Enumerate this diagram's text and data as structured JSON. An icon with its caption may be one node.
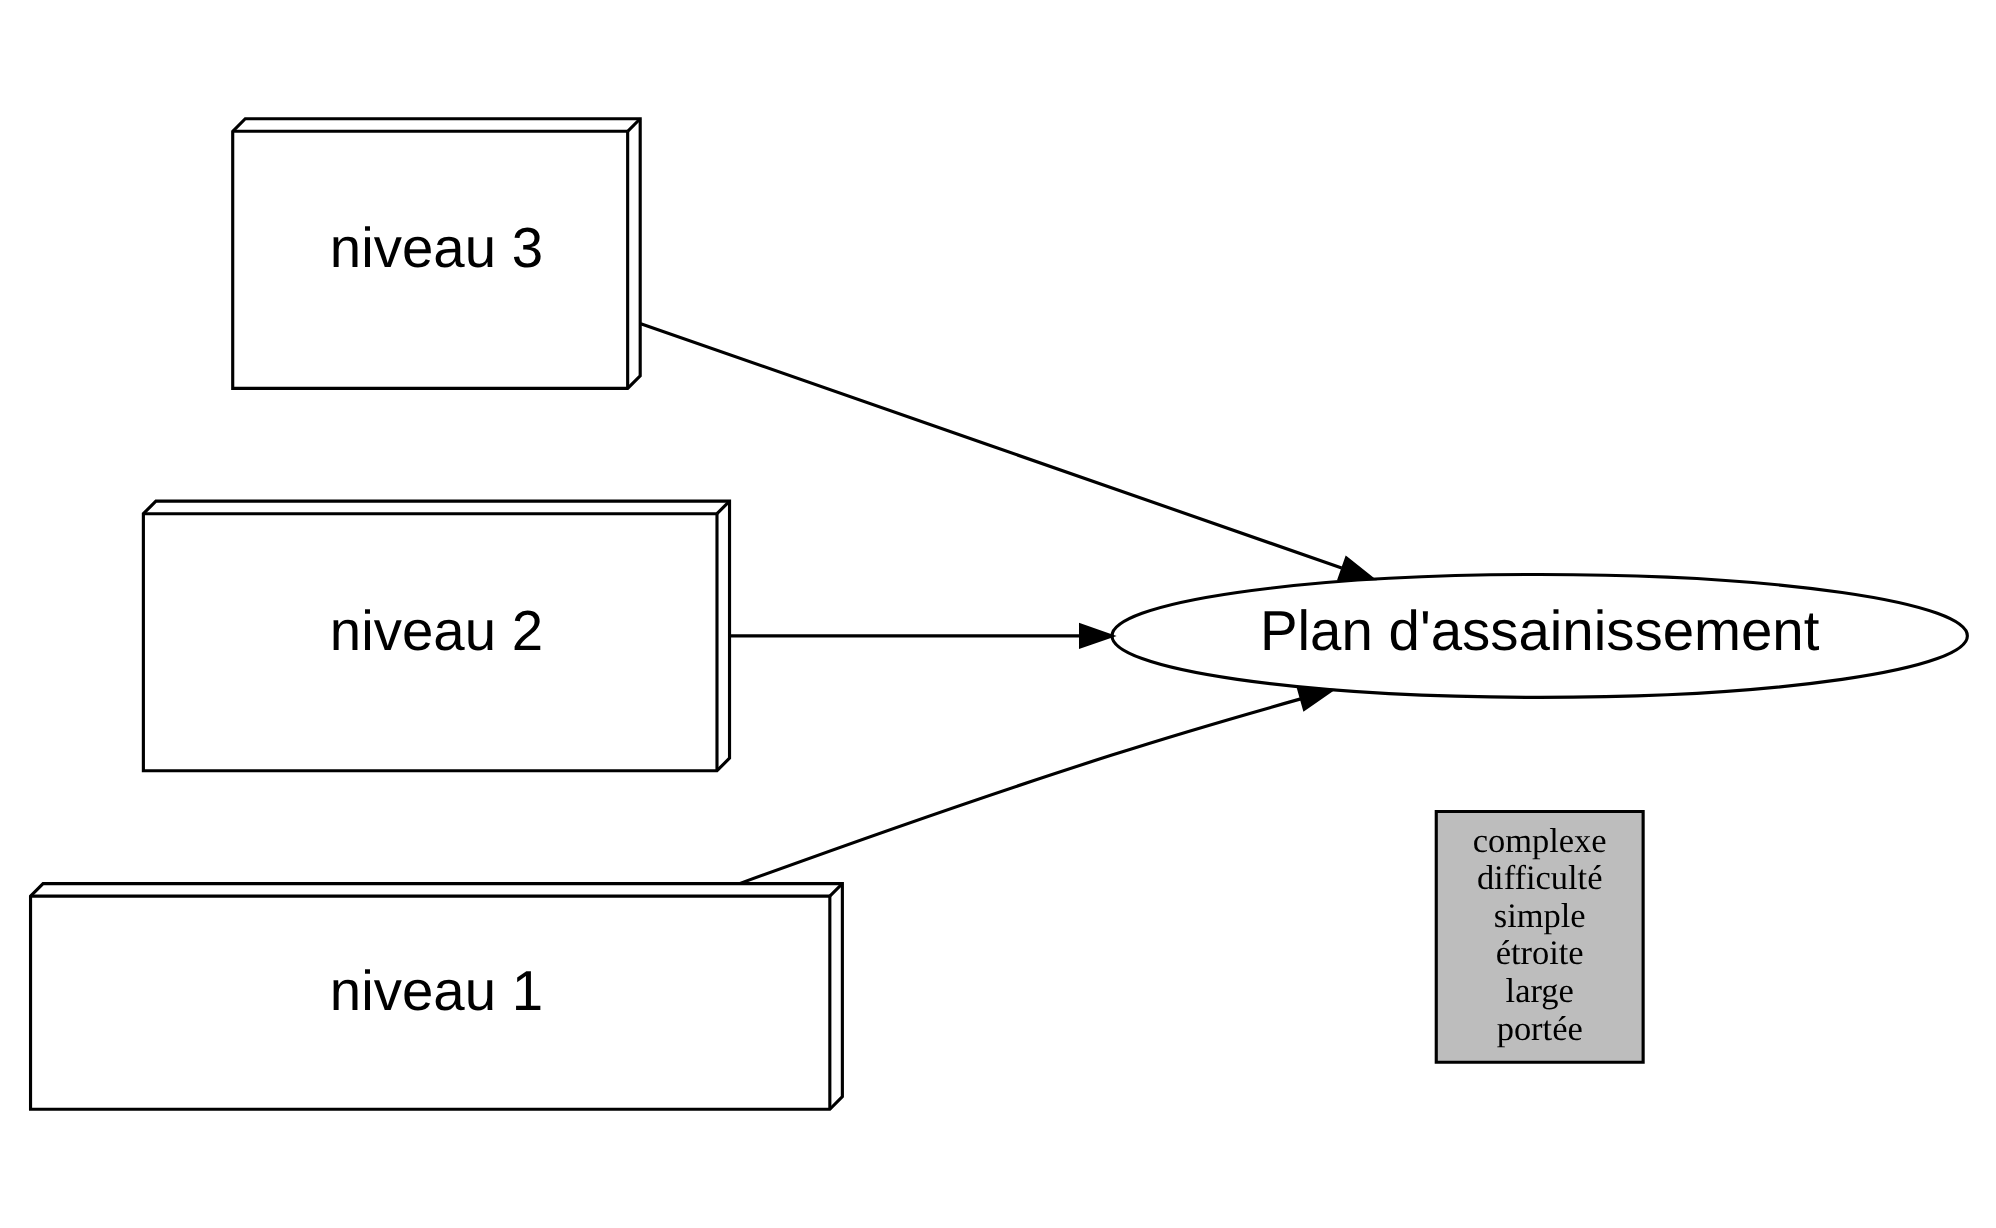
{
  "diagram": {
    "nodes": [
      {
        "text": [
          "complexe",
          "difficulté",
          "simple",
          "étroite",
          "large",
          "portée"
        ]
      },
      {
        "text": [
          "niveau 3"
        ]
      },
      {
        "text": [
          "niveau 2"
        ]
      },
      {
        "text": [
          "niveau 1"
        ]
      },
      {
        "text": [
          "Plan d'assainissement"
        ]
      }
    ],
    "edges": [
      {
        "from": 1,
        "to": 4,
        "arrow": "to"
      },
      {
        "from": 2,
        "to": 4,
        "arrow": "to"
      },
      {
        "from": 3,
        "to": 4,
        "arrow": "to"
      }
    ]
  }
}
